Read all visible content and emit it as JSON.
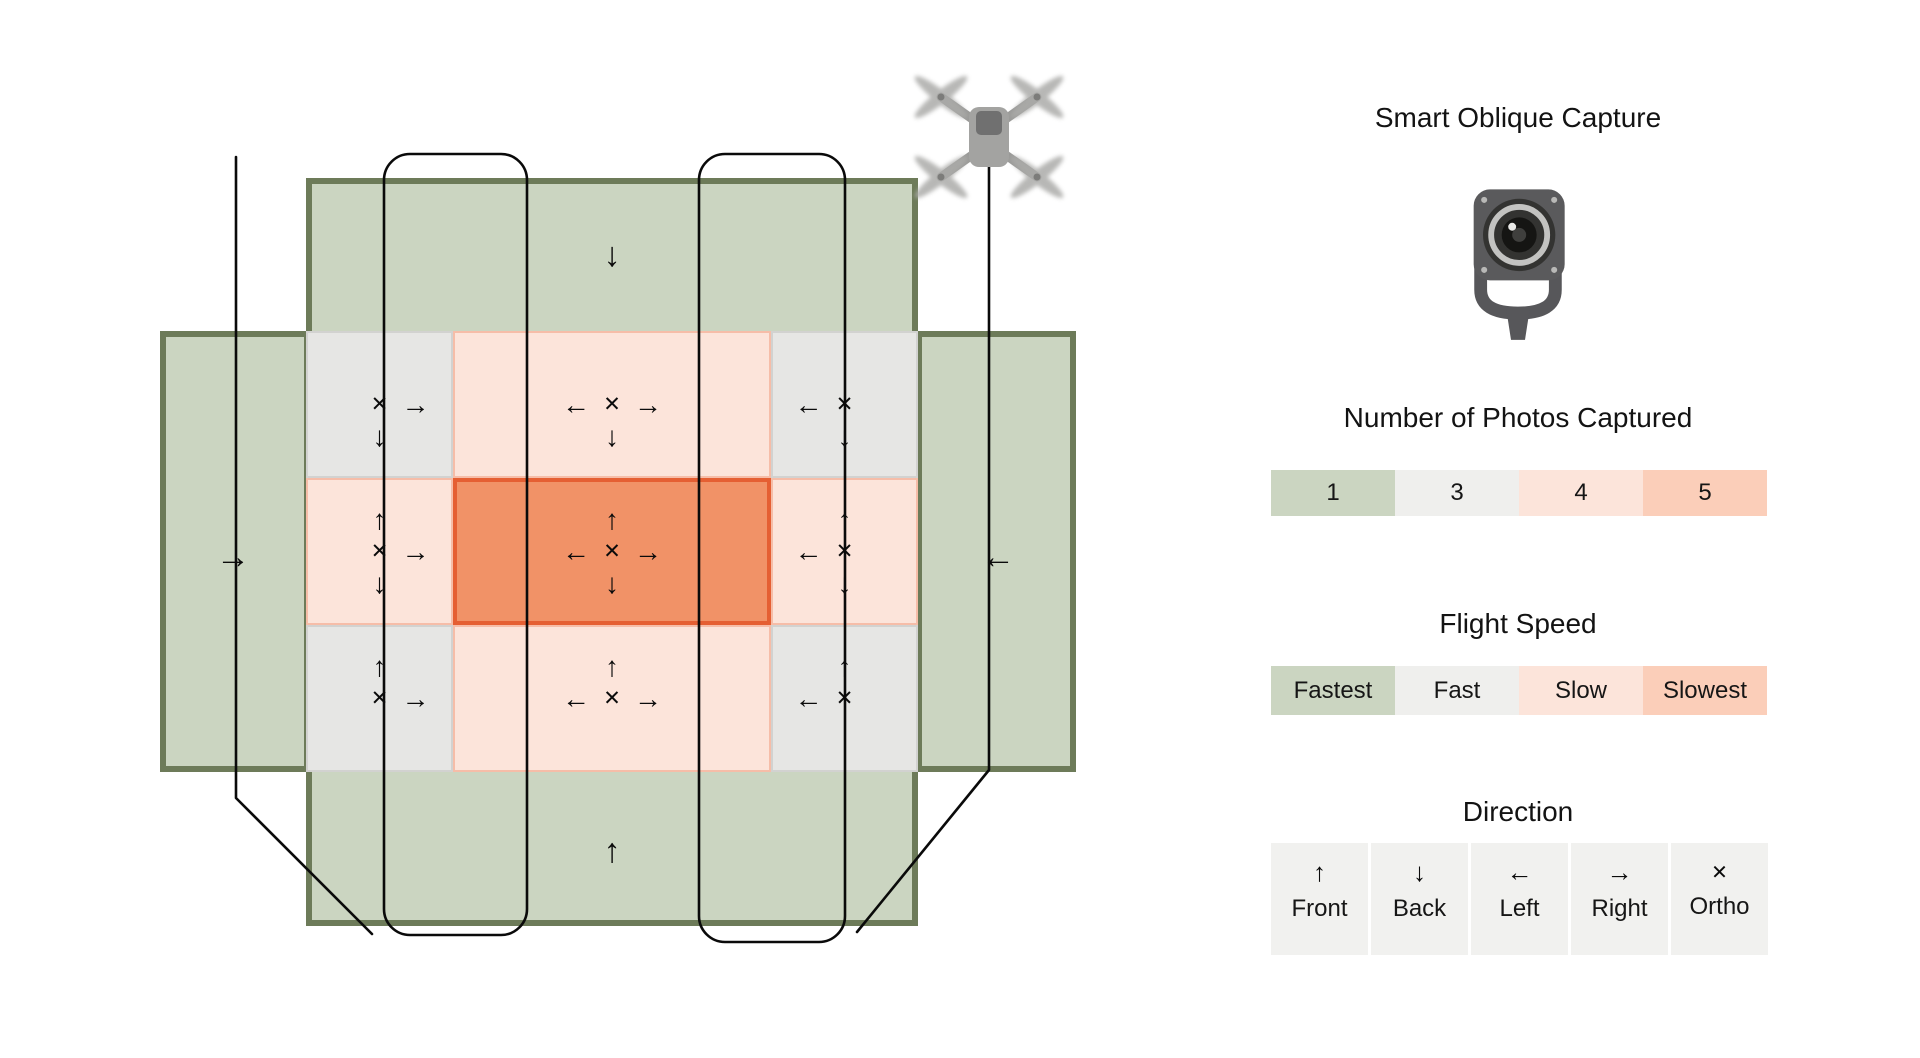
{
  "legend": {
    "title": "Smart Oblique Capture",
    "photos": {
      "title": "Number of Photos Captured",
      "items": [
        {
          "label": "1",
          "color": "#cbd5c1"
        },
        {
          "label": "3",
          "color": "#efefed"
        },
        {
          "label": "4",
          "color": "#fce4da"
        },
        {
          "label": "5",
          "color": "#fbceb9"
        }
      ]
    },
    "speed": {
      "title": "Flight Speed",
      "items": [
        {
          "label": "Fastest",
          "color": "#cbd5c1"
        },
        {
          "label": "Fast",
          "color": "#efefed"
        },
        {
          "label": "Slow",
          "color": "#fce4da"
        },
        {
          "label": "Slowest",
          "color": "#fbceb9"
        }
      ]
    },
    "direction": {
      "title": "Direction",
      "items": [
        {
          "glyph": "↑",
          "label": "Front"
        },
        {
          "glyph": "↓",
          "label": "Back"
        },
        {
          "glyph": "←",
          "label": "Left"
        },
        {
          "glyph": "→",
          "label": "Right"
        },
        {
          "glyph": "✕",
          "label": "Ortho"
        }
      ]
    }
  },
  "diagram": {
    "direction_glyphs": {
      "front": "↑",
      "back": "↓",
      "left": "←",
      "right": "→",
      "ortho": "✕"
    },
    "outer_arrows": [
      {
        "position": "top",
        "direction": "Back",
        "glyph": "↓"
      },
      {
        "position": "bottom",
        "direction": "Front",
        "glyph": "↑"
      },
      {
        "position": "left-wing",
        "direction": "Right",
        "glyph": "→"
      },
      {
        "position": "right-wing",
        "direction": "Left",
        "glyph": "←"
      }
    ],
    "cells": [
      {
        "id": "top-left",
        "tone": "gray",
        "directions": [
          "ortho",
          "right",
          "back"
        ]
      },
      {
        "id": "top-center",
        "tone": "pink",
        "directions": [
          "left",
          "ortho",
          "right",
          "back"
        ]
      },
      {
        "id": "top-right",
        "tone": "gray",
        "directions": [
          "left",
          "ortho",
          "back"
        ]
      },
      {
        "id": "middle-left",
        "tone": "pink",
        "directions": [
          "front",
          "ortho",
          "right",
          "back"
        ]
      },
      {
        "id": "center",
        "tone": "orange",
        "directions": [
          "front",
          "left",
          "ortho",
          "right",
          "back"
        ]
      },
      {
        "id": "middle-right",
        "tone": "pink",
        "directions": [
          "front",
          "left",
          "ortho",
          "back"
        ]
      },
      {
        "id": "bottom-left",
        "tone": "gray",
        "directions": [
          "front",
          "ortho",
          "right"
        ]
      },
      {
        "id": "bottom-center",
        "tone": "pink",
        "directions": [
          "front",
          "left",
          "ortho",
          "right"
        ]
      },
      {
        "id": "bottom-right",
        "tone": "gray",
        "directions": [
          "front",
          "left",
          "ortho"
        ]
      }
    ]
  }
}
